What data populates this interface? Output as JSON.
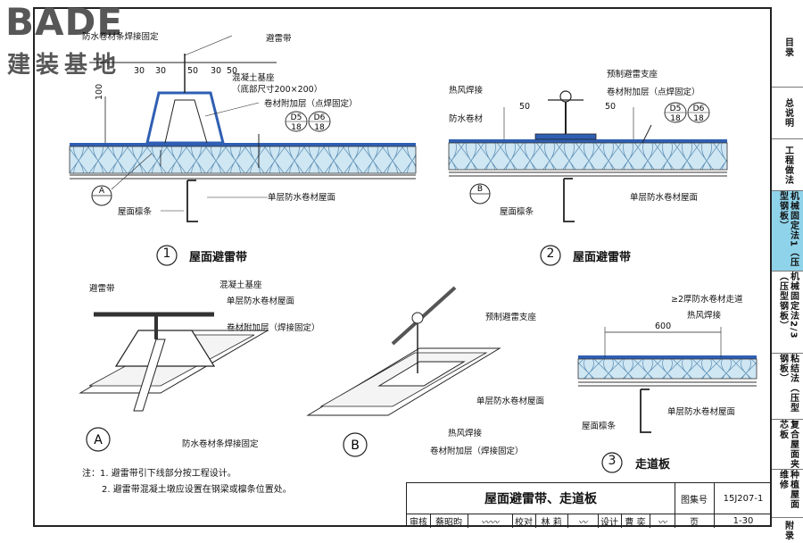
{
  "logo": {
    "brand": "BADE",
    "subtitle": "建装基地"
  },
  "header_note": "防水卷材条焊接固定",
  "sidebar": {
    "items": [
      {
        "label": "目录"
      },
      {
        "label": "总说明"
      },
      {
        "label": "工程做法"
      },
      {
        "label": "机械固定法1（压型钢板）",
        "active": true
      },
      {
        "label": "机械固定法2/3（压型钢板）"
      },
      {
        "label": "粘结法（压型钢板）"
      },
      {
        "label": "复合屋面夹芯板"
      },
      {
        "label": "种植屋面维修"
      },
      {
        "label": "附录"
      }
    ]
  },
  "detail1": {
    "labels": {
      "lightning_strip": "避雷带",
      "concrete_base": "混凝土基座",
      "base_size": "（底部尺寸200×200）",
      "reinforce_layer": "卷材附加层（点焊固定）",
      "membrane_roof": "单层防水卷材屋面",
      "purlin": "屋面檩条",
      "dim_100": "100",
      "dims": [
        "30",
        "30",
        "50",
        "30",
        "50"
      ]
    },
    "tags": [
      {
        "top": "D5",
        "bottom": "18"
      },
      {
        "top": "D6",
        "bottom": "18"
      }
    ],
    "section_ref": "A",
    "caption_num": "1",
    "caption": "屋面避雷带"
  },
  "detail2": {
    "labels": {
      "prefab_support": "预制避雷支座",
      "hot_air_weld": "热风焊接",
      "reinforce_layer": "卷材附加层（点焊固定）",
      "membrane": "防水卷材",
      "membrane_roof": "单层防水卷材屋面",
      "purlin": "屋面檩条",
      "dim_50a": "50",
      "dim_50b": "50"
    },
    "tags": [
      {
        "top": "D5",
        "bottom": "18"
      },
      {
        "top": "D6",
        "bottom": "18"
      }
    ],
    "section_ref": "B",
    "caption_num": "2",
    "caption": "屋面避雷带"
  },
  "isoA": {
    "labels": {
      "lightning_strip": "避雷带",
      "concrete_base": "混凝土基座",
      "membrane_roof": "单层防水卷材屋面",
      "reinforce_layer": "卷材附加层（焊接固定）",
      "strip_weld": "防水卷材条焊接固定"
    },
    "ref": "A"
  },
  "isoB": {
    "labels": {
      "prefab_support": "预制避雷支座",
      "membrane_roof": "单层防水卷材屋面",
      "hot_air_weld": "热风焊接",
      "reinforce_layer": "卷材附加层（焊接固定）"
    },
    "ref": "B"
  },
  "detail3": {
    "labels": {
      "walkway": "≥2厚防水卷材走道",
      "hot_air_weld": "热风焊接",
      "dim_600": "600",
      "purlin": "屋面檩条",
      "membrane_roof": "单层防水卷材屋面"
    },
    "caption_num": "3",
    "caption": "走道板"
  },
  "notes": [
    "注：1. 避雷带引下线部分按工程设计。",
    "2. 避雷带混凝土墩应设置在钢梁或檩条位置处。"
  ],
  "title_block": {
    "title": "屋面避雷带、走道板",
    "atlas_label": "图集号",
    "atlas_no": "15J207-1",
    "review_label": "审核",
    "reviewer": "蔡昭昀",
    "check_label": "校对",
    "checker": "林 莉",
    "design_label": "设计",
    "designer": "曹 奕",
    "page_label": "页",
    "page_no": "1-30"
  },
  "colors": {
    "insulation": "#a9cfe6",
    "membrane": "#2f5fb3",
    "active_tab": "#8fd3ea"
  }
}
